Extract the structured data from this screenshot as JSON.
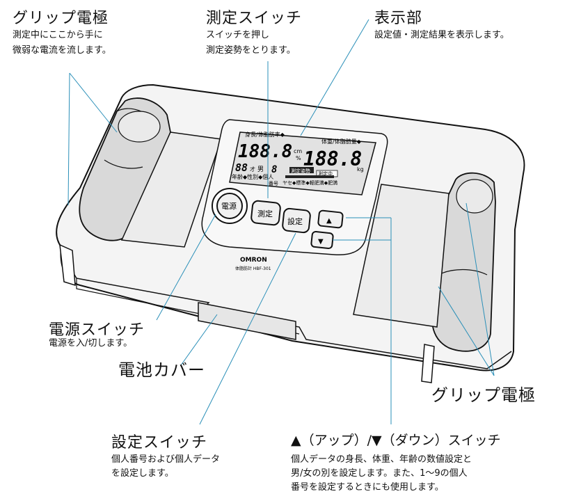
{
  "annotations": {
    "grip_top": {
      "title": "グリップ電極",
      "desc": [
        "測定中にここから手に",
        "微弱な電流を流します。"
      ]
    },
    "measure_switch": {
      "title": "測定スイッチ",
      "desc": [
        "スイッチを押し",
        "測定姿勢をとります。"
      ]
    },
    "display": {
      "title": "表示部",
      "desc": [
        "設定値・測定結果を表示します。"
      ]
    },
    "power_switch": {
      "title": "電源スイッチ",
      "desc": [
        "電源を入/切します。"
      ]
    },
    "battery_cover": {
      "title": "電池カバー"
    },
    "grip_right": {
      "title": "グリップ電極"
    },
    "set_switch": {
      "title": "設定スイッチ",
      "desc": [
        "個人番号および個人データ",
        "を設定します。"
      ]
    },
    "updown_switch": {
      "title": "▲（アップ）/▼（ダウン）スイッチ",
      "desc": [
        "個人データの身長、体重、年齢の数値設定と",
        "男/女の別を設定します。また、1～9の個人",
        "番号を設定するときにも使用します。"
      ]
    }
  },
  "device": {
    "lcd": {
      "label_height_fat": "身長/体脂肪率◆",
      "label_weight_fat": "体重/体脂肪量◆",
      "digits_left": "188.8",
      "unit_cm": "cm",
      "unit_pct": "%",
      "digits_right": "188.8",
      "unit_kg": "kg",
      "age_digits": "88",
      "age_unit": "才",
      "sex": "男",
      "person_no": "8",
      "label_age_sex": "年齢◆性別◆個人",
      "label_number": "番号",
      "label_posture": "測定姿勢",
      "label_measuring": "測定中",
      "label_scale": "ヤセ◆標準◆軽肥満◆肥満"
    },
    "buttons": {
      "power": "電源",
      "measure": "測定",
      "set": "設定",
      "up": "▲",
      "down": "▼"
    },
    "brand": "OMRON",
    "model": "体脂肪計  HBF-301"
  }
}
